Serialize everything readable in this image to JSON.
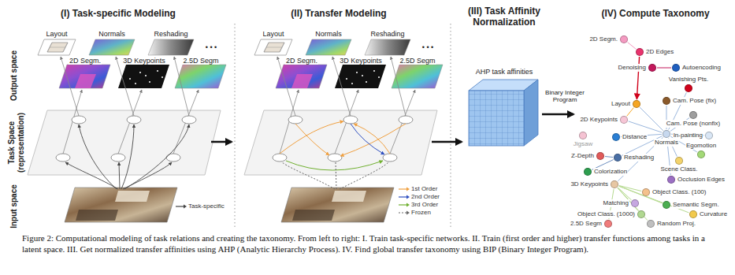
{
  "diagram": {
    "caption": "Figure 2: Computational modeling of task relations and creating the taxonomy. From left to right: I. Train task-specific networks. II. Train (first order and higher) transfer functions among tasks in a latent space. III. Get normalized transfer affinities using AHP (Analytic Hierarchy Process). IV. Find global transfer taxonomy using BIP (Binary Integer Program).",
    "nodes": [
      {
        "text": [
          "2D Segm."
        ]
      },
      {
        "text": [
          "2D Edges"
        ]
      },
      {
        "text": [
          "Denoising"
        ]
      },
      {
        "text": [
          "Autoencoding"
        ]
      },
      {
        "text": [
          "Layout"
        ]
      },
      {
        "text": [
          "Cam. Pose (fix)"
        ]
      },
      {
        "text": [
          "Vanishing Pts."
        ]
      },
      {
        "text": [
          "Cam. Pose (nonfix)"
        ]
      },
      {
        "text": [
          "2D Keypoints"
        ]
      },
      {
        "text": [
          "Normals"
        ]
      },
      {
        "text": [
          "In-painting"
        ]
      },
      {
        "text": [
          "Distance"
        ]
      },
      {
        "text": [
          "Z-Depth"
        ]
      },
      {
        "text": [
          "Colorization"
        ]
      },
      {
        "text": [
          "Reshading"
        ]
      },
      {
        "text": [
          "Scene Class."
        ]
      },
      {
        "text": [
          "Egomotion"
        ]
      },
      {
        "text": [
          "Occlusion Edges"
        ]
      },
      {
        "text": [
          "3D Keypoints"
        ]
      },
      {
        "text": [
          "Object Class. (100)"
        ]
      },
      {
        "text": [
          "Matching"
        ]
      },
      {
        "text": [
          "Semantic Segm."
        ]
      },
      {
        "text": [
          "Object Class. (1000)"
        ]
      },
      {
        "text": [
          "Random Proj."
        ]
      },
      {
        "text": [
          "2.5D Segm"
        ]
      },
      {
        "text": [
          "Curvature"
        ]
      },
      {
        "text": [
          "Jigsaw"
        ]
      }
    ],
    "edges": [
      {
        "from": 0,
        "to": 1,
        "arrow": "none"
      },
      {
        "from": 1,
        "to": 4,
        "arrow": "to"
      },
      {
        "from": 2,
        "to": 3,
        "arrow": "none"
      },
      {
        "from": 4,
        "to": 8,
        "arrow": "none"
      },
      {
        "from": 9,
        "to": 4,
        "arrow": "none"
      },
      {
        "from": 9,
        "to": 5,
        "arrow": "none"
      },
      {
        "from": 9,
        "to": 6,
        "arrow": "none"
      },
      {
        "from": 9,
        "to": 7,
        "arrow": "none"
      },
      {
        "from": 9,
        "to": 10,
        "arrow": "none"
      },
      {
        "from": 9,
        "to": 11,
        "arrow": "none"
      },
      {
        "from": 9,
        "to": 14,
        "arrow": "none"
      },
      {
        "from": 9,
        "to": 15,
        "arrow": "none"
      },
      {
        "from": 9,
        "to": 16,
        "arrow": "none"
      },
      {
        "from": 9,
        "to": 17,
        "arrow": "none"
      },
      {
        "from": 9,
        "to": 8,
        "arrow": "none"
      },
      {
        "from": 9,
        "to": 18,
        "arrow": "none"
      },
      {
        "from": 14,
        "to": 12,
        "arrow": "none"
      },
      {
        "from": 14,
        "to": 13,
        "arrow": "none"
      },
      {
        "from": 18,
        "to": 19,
        "arrow": "none"
      },
      {
        "from": 18,
        "to": 20,
        "arrow": "none"
      },
      {
        "from": 18,
        "to": 21,
        "arrow": "none"
      },
      {
        "from": 18,
        "to": 22,
        "arrow": "none"
      },
      {
        "from": 18,
        "to": 23,
        "arrow": "none"
      },
      {
        "from": 18,
        "to": 24,
        "arrow": "none"
      },
      {
        "from": 18,
        "to": 25,
        "arrow": "none"
      }
    ],
    "labels": [
      "(I) Task-specific Modeling",
      "(II) Transfer Modeling",
      "(III) Task Affinity Normalization",
      "(IV) Compute Taxonomy",
      "Layout",
      "Normals",
      "Reshading",
      "2D Segm.",
      "3D Keypoints",
      "2.5D Segm",
      "Output space",
      "Task Space (representation)",
      "Input space",
      "• • •",
      "Layout",
      "Normals",
      "Reshading",
      "2D Segm.",
      "3D Keypoints",
      "2.5D Segm",
      "• • •",
      "AHP task affinities",
      "Binary Integer Program"
    ],
    "legend": [
      {
        "text": "Task-specific"
      },
      {
        "text": "1st Order"
      },
      {
        "text": "2nd Order"
      },
      {
        "text": "3rd Order"
      },
      {
        "text": "Frozen"
      }
    ]
  }
}
